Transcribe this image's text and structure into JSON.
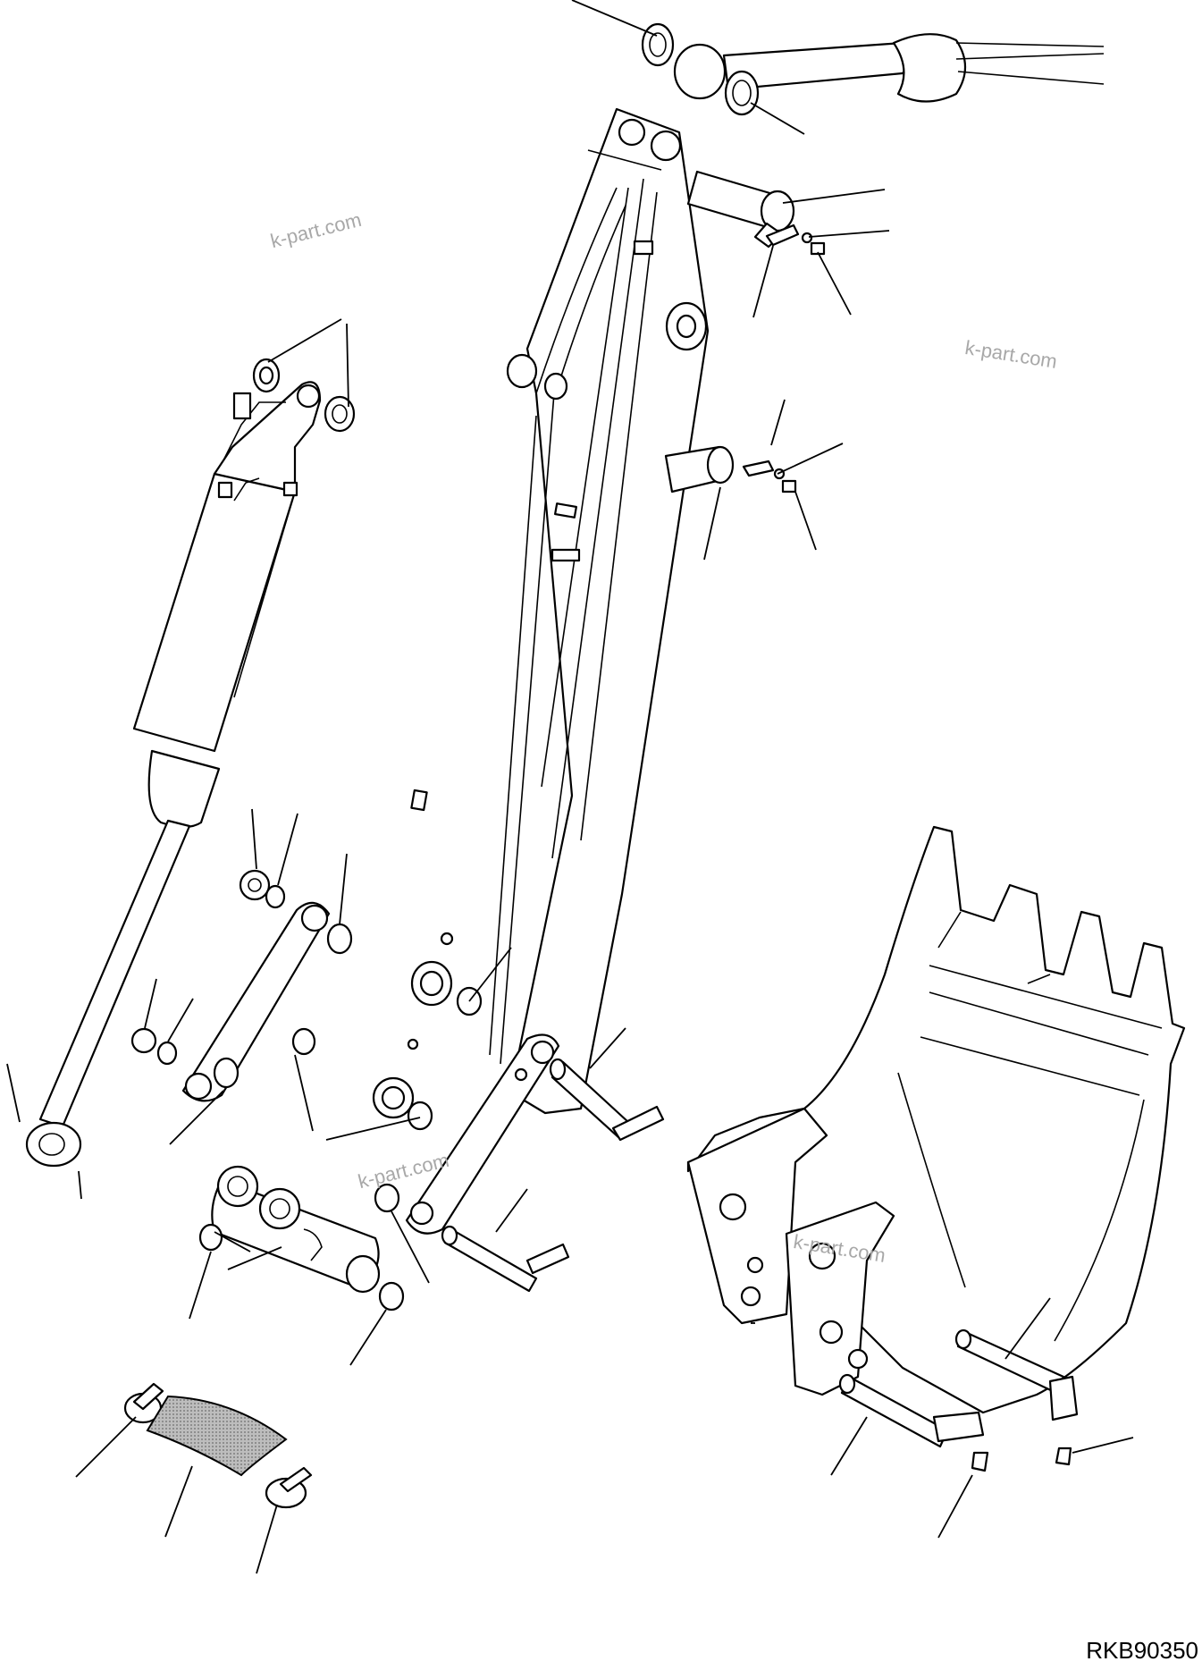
{
  "drawing_code": "RKB90350",
  "watermarks": [
    "k-part.com",
    "k-part.com",
    "k-part.com",
    "k-part.com"
  ]
}
